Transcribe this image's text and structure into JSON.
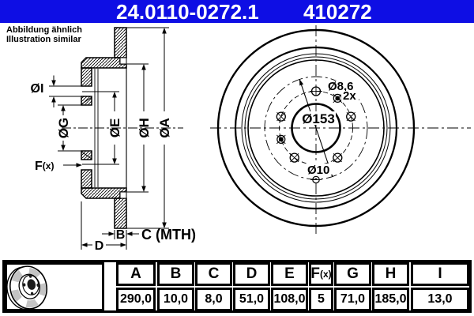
{
  "header": {
    "part_number": "24.0110-0272.1",
    "reference_number": "410272",
    "bar_color": "#0e0ee4",
    "text_color": "#ffffff"
  },
  "note": {
    "line1": "Abbildung ähnlich",
    "line2": "Illustration similar"
  },
  "section_view": {
    "labels": {
      "dia_i": "ØI",
      "dia_g": "ØG",
      "dia_e": "ØE",
      "dia_h": "ØH",
      "dia_a": "ØA",
      "f_main": "F",
      "f_sub": "(x)",
      "b": "B",
      "c_mth": "C (MTH)",
      "d": "D"
    }
  },
  "front_view": {
    "labels": {
      "pin_hole_dia": "Ø8,6",
      "pin_hole_count": "2x",
      "pitch_dia": "Ø153",
      "small_hole_dia": "Ø10"
    }
  },
  "table": {
    "columns": [
      {
        "label": "A",
        "value": "290,0"
      },
      {
        "label": "B",
        "value": "10,0"
      },
      {
        "label": "C",
        "value": "8,0"
      },
      {
        "label": "D",
        "value": "51,0"
      },
      {
        "label": "E",
        "value": "108,0"
      },
      {
        "label": "F",
        "label_sub": "(x)",
        "value": "5"
      },
      {
        "label": "G",
        "value": "71,0"
      },
      {
        "label": "H",
        "value": "185,0"
      },
      {
        "label": "I",
        "value": "13,0"
      }
    ]
  },
  "colors": {
    "line": "#000000",
    "thumbnail_gray": "#c4c4c4"
  }
}
